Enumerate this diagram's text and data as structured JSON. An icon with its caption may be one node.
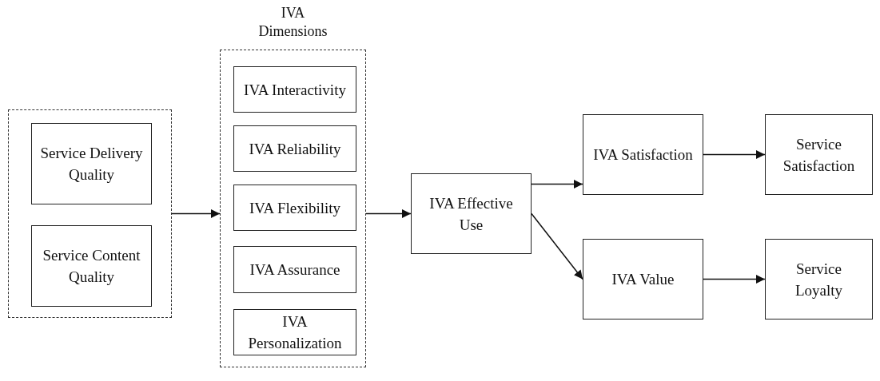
{
  "diagram": {
    "nodes": [
      {
        "text": [],
        "shape": "box"
      },
      {
        "text": [
          "Service Delivery Quality"
        ],
        "in": 0
      },
      {
        "text": [
          "Service Content Quality"
        ],
        "in": 0
      },
      {
        "text": [
          "IVA Dimensions"
        ]
      },
      {
        "text": [
          "IVA Interactivity"
        ],
        "in": 3
      },
      {
        "text": [
          "IVA Reliability"
        ],
        "in": 3
      },
      {
        "text": [
          "IVA Flexibility"
        ],
        "in": 3
      },
      {
        "text": [
          "IVA Assurance"
        ],
        "in": 3
      },
      {
        "text": [
          "IVA Personalization"
        ],
        "in": 3
      },
      {
        "text": [
          "IVA Effective Use"
        ]
      },
      {
        "text": [
          "IVA Satisfaction"
        ]
      },
      {
        "text": [
          "IVA Value"
        ]
      },
      {
        "text": [
          "Service Satisfaction"
        ]
      },
      {
        "text": [
          "Service Loyalty"
        ]
      }
    ],
    "edges": [
      {
        "from": 0,
        "to": 3,
        "arrow": "to"
      },
      {
        "from": 3,
        "to": 9,
        "arrow": "to"
      },
      {
        "from": 9,
        "to": 10,
        "arrow": "to"
      },
      {
        "from": 9,
        "to": 11,
        "arrow": "to"
      },
      {
        "from": 10,
        "to": 12,
        "arrow": "to"
      },
      {
        "from": 11,
        "to": 13,
        "arrow": "to"
      }
    ]
  }
}
